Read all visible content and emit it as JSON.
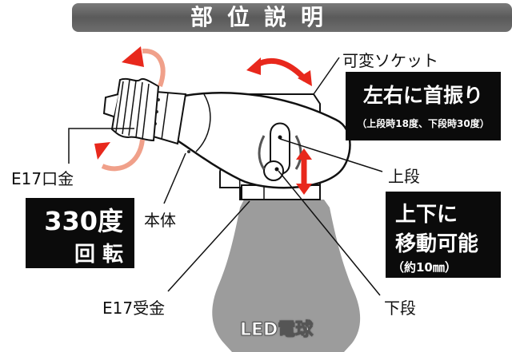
{
  "header": {
    "title": "部位説明"
  },
  "labels": {
    "variable_socket": "可変ソケット",
    "e17_cap": "E17口金",
    "body": "本体",
    "e17_receiver": "E17受金",
    "upper_stage": "上段",
    "lower_stage": "下段",
    "led_bulb": "LED電球"
  },
  "callouts": {
    "swing": {
      "line1": "左右に首振り",
      "line2": "（上段時18度、下段時30度）"
    },
    "rotation": {
      "line1": "330度",
      "line2": "回 転"
    },
    "vertical": {
      "line1": "上下に",
      "line2": "移動可能",
      "line3": "（約10㎜）"
    }
  },
  "colors": {
    "arrow_red": "#e8281c",
    "arrow_light": "#f0a08a",
    "bulb_gray": "#9a9a9a",
    "title_gray": "#6a6a6a",
    "box_black": "#0b0b0b"
  }
}
